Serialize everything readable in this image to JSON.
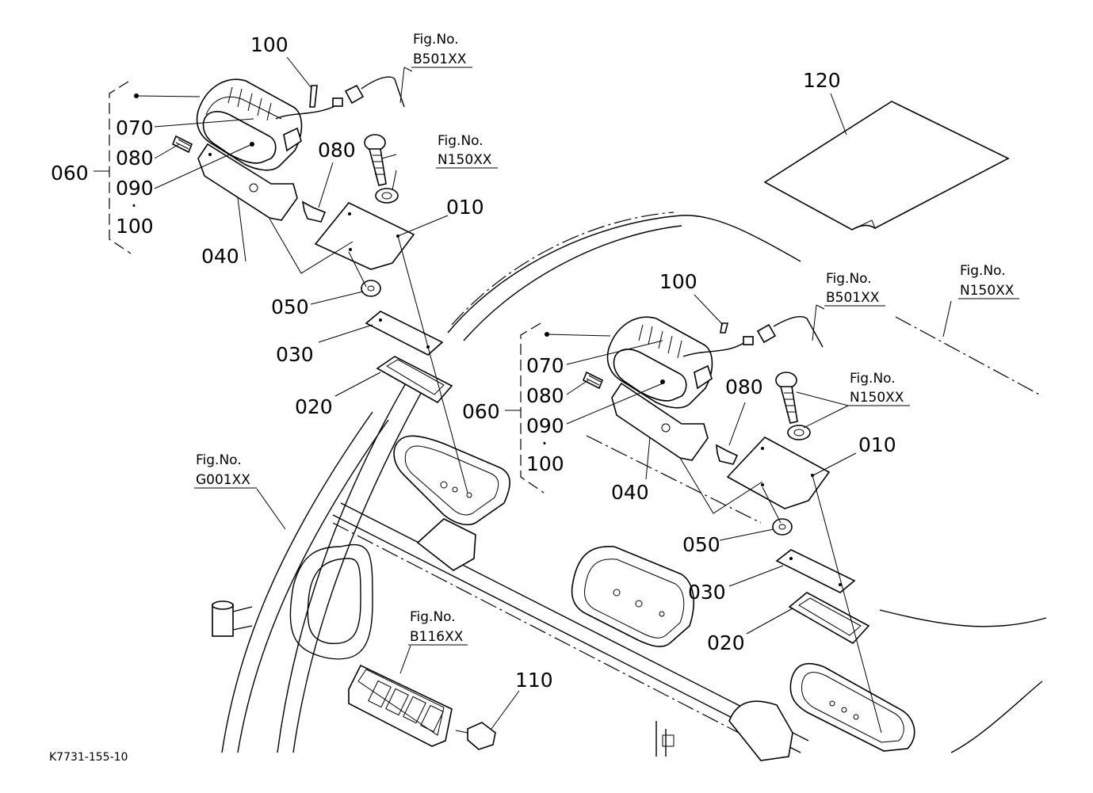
{
  "drawing_code": "K7731-155-10",
  "part_numbers": {
    "p010": "010",
    "p020": "020",
    "p030": "030",
    "p040": "040",
    "p050": "050",
    "p060": "060",
    "p070": "070",
    "p080": "080",
    "p090": "090",
    "p100": "100",
    "p110": "110",
    "p120": "120"
  },
  "group_separator": "·",
  "fig_refs": {
    "label": "Fig.No.",
    "b501": "B501XX",
    "n150": "N150XX",
    "g001": "G001XX",
    "b116": "B116XX"
  }
}
